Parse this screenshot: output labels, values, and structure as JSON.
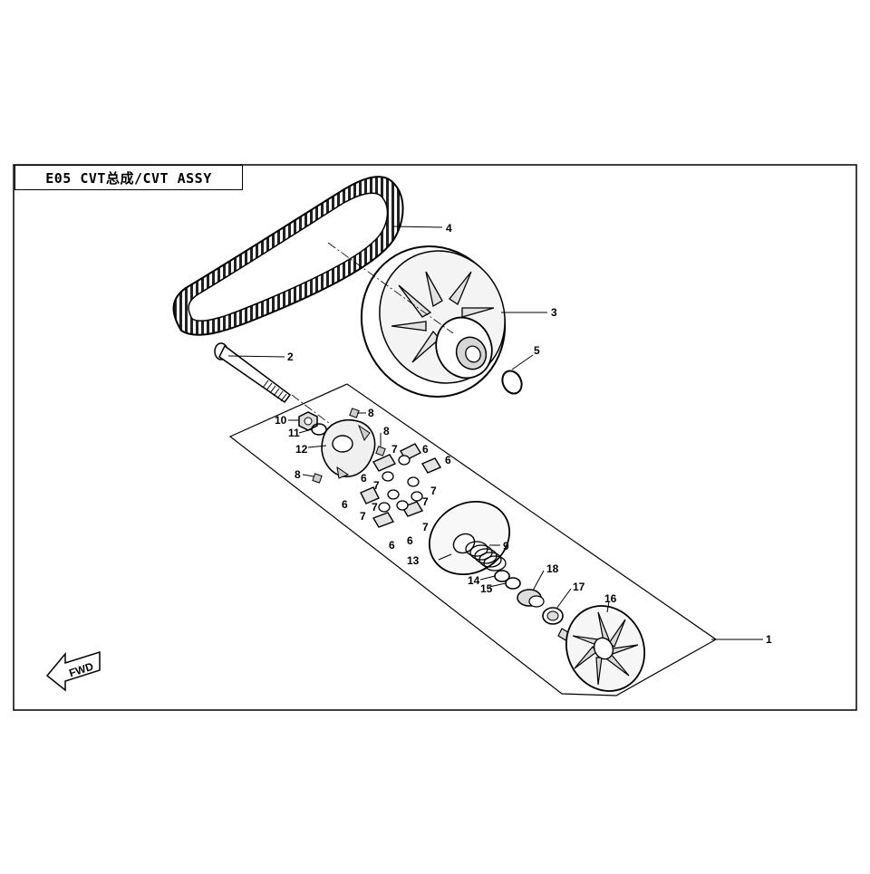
{
  "title": "E05 CVT总成/CVT ASSY",
  "fwd_label": "FWD",
  "callouts": [
    {
      "id": "c1",
      "label": "1",
      "part": "drive-clutch-assembly"
    },
    {
      "id": "c2",
      "label": "2",
      "part": "bolt"
    },
    {
      "id": "c3",
      "label": "3",
      "part": "driven-clutch"
    },
    {
      "id": "c4",
      "label": "4",
      "part": "drive-belt"
    },
    {
      "id": "c5",
      "label": "5",
      "part": "o-ring"
    },
    {
      "id": "c6a",
      "label": "6",
      "part": "slider"
    },
    {
      "id": "c6b",
      "label": "6",
      "part": "slider"
    },
    {
      "id": "c6c",
      "label": "6",
      "part": "slider"
    },
    {
      "id": "c6d",
      "label": "6",
      "part": "slider"
    },
    {
      "id": "c6e",
      "label": "6",
      "part": "slider"
    },
    {
      "id": "c6f",
      "label": "6",
      "part": "slider"
    },
    {
      "id": "c7a",
      "label": "7",
      "part": "roller-weight"
    },
    {
      "id": "c7b",
      "label": "7",
      "part": "roller-weight"
    },
    {
      "id": "c7c",
      "label": "7",
      "part": "roller-weight"
    },
    {
      "id": "c7d",
      "label": "7",
      "part": "roller-weight"
    },
    {
      "id": "c7e",
      "label": "7",
      "part": "roller-weight"
    },
    {
      "id": "c7f",
      "label": "7",
      "part": "roller-weight"
    },
    {
      "id": "c7g",
      "label": "7",
      "part": "roller-weight"
    },
    {
      "id": "c8a",
      "label": "8",
      "part": "guide-block"
    },
    {
      "id": "c8b",
      "label": "8",
      "part": "guide-block"
    },
    {
      "id": "c8c",
      "label": "8",
      "part": "guide-block"
    },
    {
      "id": "c9",
      "label": "9",
      "part": "spring"
    },
    {
      "id": "c10",
      "label": "10",
      "part": "nut"
    },
    {
      "id": "c11",
      "label": "11",
      "part": "washer"
    },
    {
      "id": "c12",
      "label": "12",
      "part": "ramp-plate"
    },
    {
      "id": "c13",
      "label": "13",
      "part": "movable-sheave"
    },
    {
      "id": "c14",
      "label": "14",
      "part": "seal-ring"
    },
    {
      "id": "c15",
      "label": "15",
      "part": "seal-ring"
    },
    {
      "id": "c16",
      "label": "16",
      "part": "fixed-sheave"
    },
    {
      "id": "c17",
      "label": "17",
      "part": "bushing"
    },
    {
      "id": "c18",
      "label": "18",
      "part": "sleeve"
    }
  ]
}
